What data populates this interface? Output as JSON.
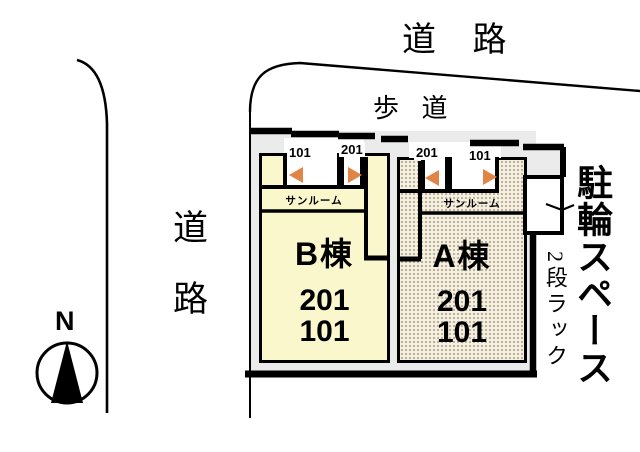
{
  "diagram": {
    "top_road_label": "道 路",
    "sidewalk_label": "歩 道",
    "left_road_label": "道路",
    "compass_label": "N",
    "bike_space_label": "駐輪スペース",
    "bike_rack_label": "2段ラック",
    "buildings": [
      {
        "id": "B",
        "name": "B棟",
        "sunroom_label": "サンルーム",
        "unit_top": "201",
        "unit_bottom": "101",
        "bay_left_label": "101",
        "bay_right_label": "201"
      },
      {
        "id": "A",
        "name": "A棟",
        "sunroom_label": "サンルーム",
        "unit_top": "201",
        "unit_bottom": "101",
        "bay_left_label": "201",
        "bay_right_label": "101"
      }
    ],
    "colors": {
      "arrow_orange": "#e08447",
      "building_b_fill": "#fbf7cc",
      "building_a_fill": "#f4efe3",
      "plot_ground": "#ebebeb",
      "line_black": "#000000"
    }
  }
}
